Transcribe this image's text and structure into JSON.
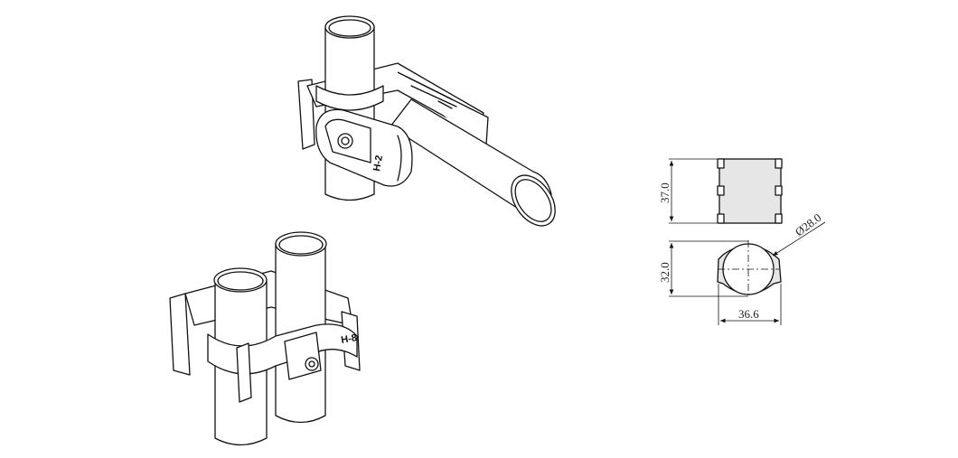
{
  "drawing": {
    "assembly_top": {
      "label": "H-2"
    },
    "assembly_bottom": {
      "label": "H-8"
    },
    "dimensions": {
      "height": "37.0",
      "outer_diameter_vertical": "32.0",
      "width": "36.6",
      "inner_diameter": "Ø28.0"
    },
    "colors": {
      "line": "#111111",
      "shade": "#e6e6e6"
    }
  }
}
